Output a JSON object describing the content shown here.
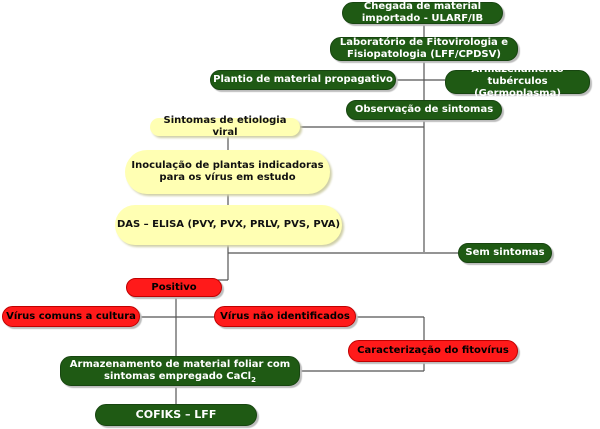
{
  "nodes": {
    "chegada": "Chegada de material importado - ULARF/IB",
    "laboratorio": "Laboratório de Fitovirologia e Fisiopatologia (LFF/CPDSV)",
    "plantio": "Plantio de material propagativo",
    "armazenamento_tuberculos": "Armazenamento tubérculos (Germoplasma)",
    "observacao": "Observação de sintomas",
    "sintomas_viral": "Sintomas de etiologia viral",
    "inoculacao": "Inoculação de plantas indicadoras para os vírus em estudo",
    "das_elisa": "DAS – ELISA (PVY, PVX, PRLV, PVS, PVA)",
    "sem_sintomas": "Sem sintomas",
    "positivo": "Positivo",
    "virus_comuns": "Vírus comuns a cultura",
    "virus_nao_identificados": "Vírus não identificados",
    "caracterizacao": "Caracterização do fitovírus",
    "armazenamento_foliar": "Armazenamento de material foliar com sintomas empregado CaCl",
    "armazenamento_foliar_sub": "2",
    "cofiks": "COFIKS – LFF"
  },
  "colors": {
    "green": "#1f5a14",
    "yellow": "#ffffb3",
    "red": "#ff1a1a",
    "line": "#555555"
  }
}
